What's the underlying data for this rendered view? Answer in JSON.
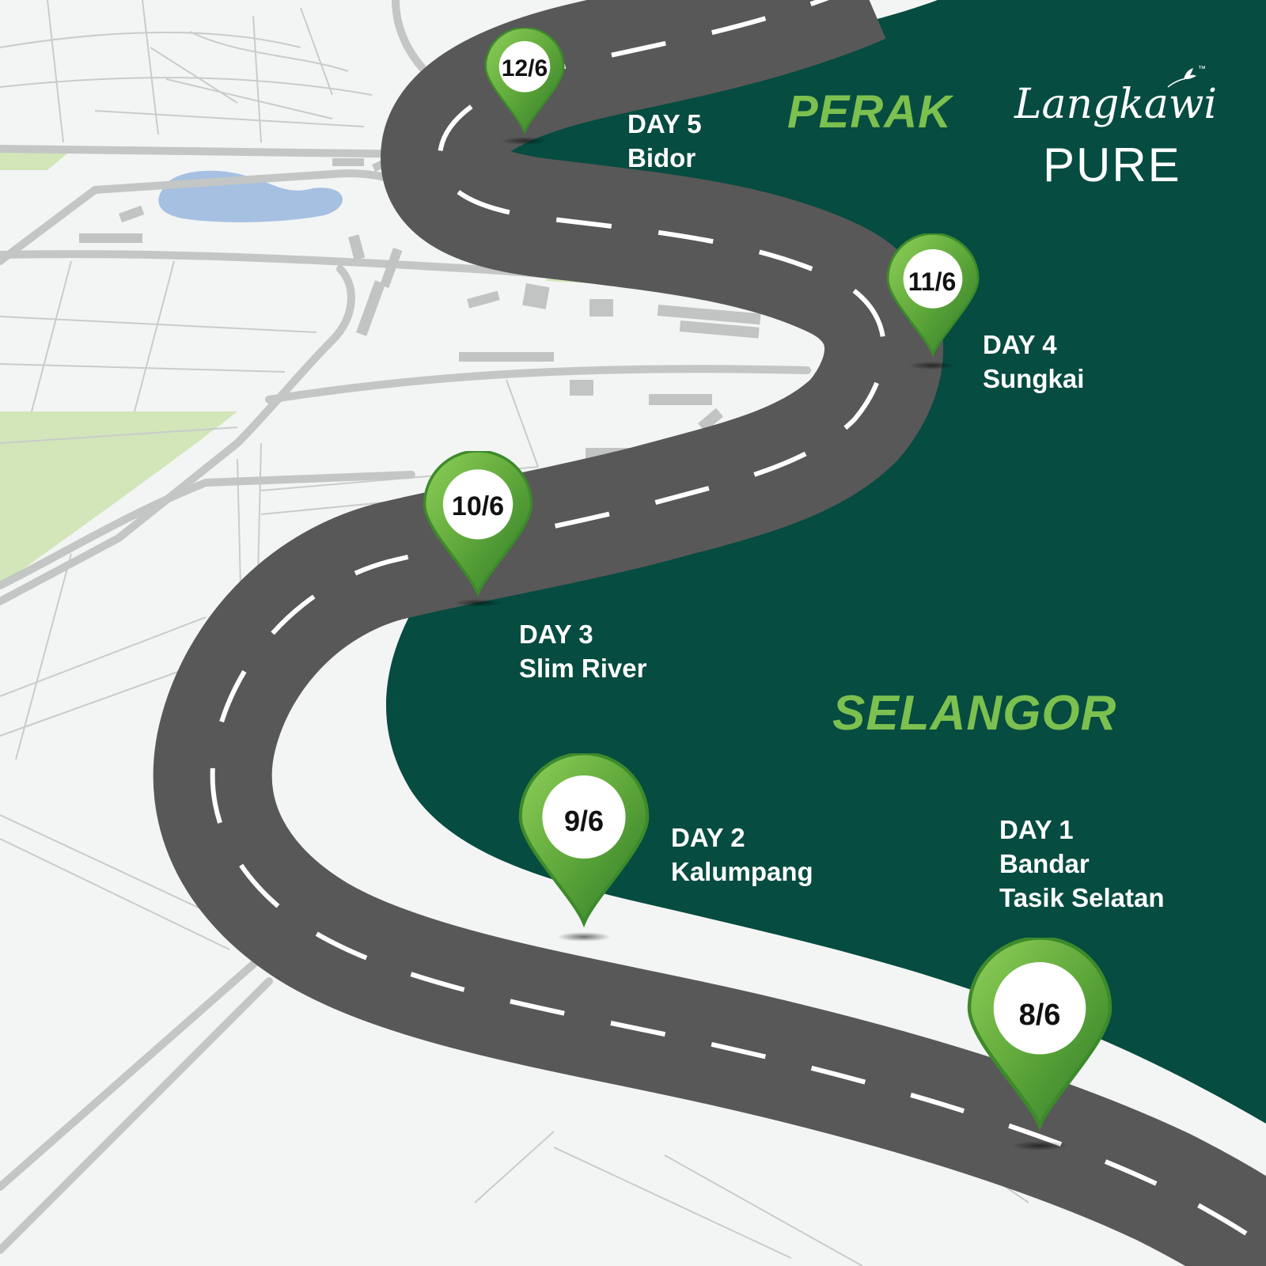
{
  "regions": {
    "perak": "PERAK",
    "selangor": "SELANGOR"
  },
  "logo": {
    "script": "Langkawi",
    "word": "PURE",
    "trademark": "™"
  },
  "stops": [
    {
      "day": "DAY 1",
      "place_lines": [
        "Bandar",
        "Tasik Selatan"
      ],
      "date": "8/6"
    },
    {
      "day": "DAY 2",
      "place_lines": [
        "Kalumpang"
      ],
      "date": "9/6"
    },
    {
      "day": "DAY 3",
      "place_lines": [
        "Slim River"
      ],
      "date": "10/6"
    },
    {
      "day": "DAY 4",
      "place_lines": [
        "Sungkai"
      ],
      "date": "11/6"
    },
    {
      "day": "DAY 5",
      "place_lines": [
        "Bidor"
      ],
      "date": "12/6"
    }
  ],
  "colors": {
    "background_dark_green": "#064c40",
    "map_background": "#f3f5f4",
    "road": "#5a5a5a",
    "road_dash": "#ffffff",
    "pin_green": "#5fa83a",
    "region_label_green": "#7cc04f",
    "park_green": "#d2e6b9",
    "lake_blue": "#a6c0e2"
  },
  "icons": [
    "map-pin-icon",
    "bird-icon"
  ]
}
